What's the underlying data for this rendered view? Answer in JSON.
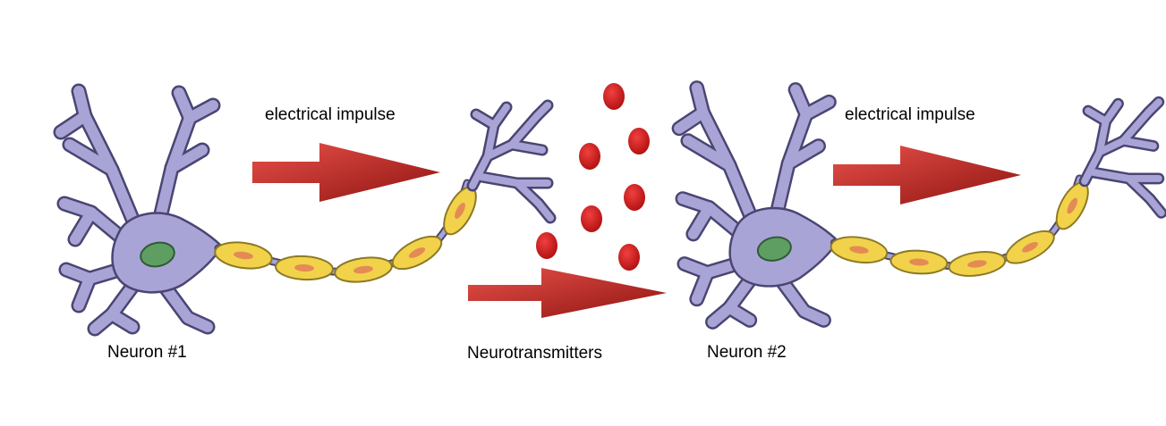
{
  "labels": {
    "impulse_1": "electrical impulse",
    "impulse_2": "electrical impulse",
    "neuron_1": "Neuron #1",
    "neuron_2": "Neuron #2",
    "neurotransmitters": "Neurotransmitters"
  },
  "colors": {
    "neuron_body": "#a9a4d6",
    "neuron_outline": "#4a4572",
    "nucleus": "#5e9e62",
    "myelin": "#f1d24a",
    "myelin_outline": "#8c7a24",
    "myelin_node": "#e48a55",
    "arrow_light": "#e8504a",
    "arrow_dark": "#8e1410",
    "vesicle": "#cc1818"
  },
  "icons": {
    "arrow": "right-arrow-icon",
    "vesicle": "neurotransmitter-dot-icon"
  }
}
